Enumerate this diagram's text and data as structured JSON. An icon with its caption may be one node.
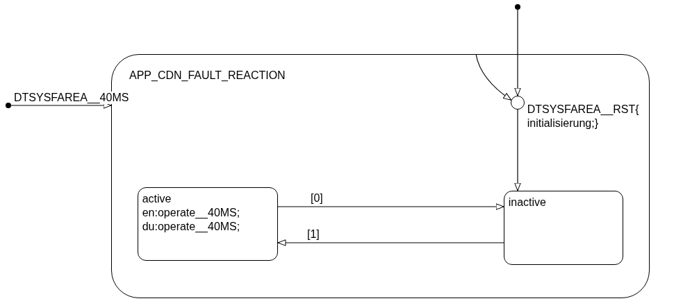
{
  "diagram": {
    "nodes": [
      {
        "text": [
          "APP_CDN_FAULT_REACTION"
        ]
      },
      {
        "text": [],
        "shape": "circle"
      },
      {
        "text": [],
        "shape": "circle"
      },
      {
        "text": [],
        "shape": "circle",
        "in": 0,
        "beside": [
          "DTSYSFAREA__RST{ initialisierung;}"
        ]
      },
      {
        "text": [
          "active",
          "en:operate__40MS; du:operate__40MS;"
        ],
        "in": 0
      },
      {
        "text": [
          "inactive"
        ],
        "in": 0
      }
    ],
    "edges": [
      {
        "from": 1,
        "to": 0,
        "arrow": "to",
        "label": "DTSYSFAREA__40MS"
      },
      {
        "from": 2,
        "to": 3,
        "arrow": "to"
      },
      {
        "from": 0,
        "to": 3,
        "arrow": "to"
      },
      {
        "from": 3,
        "to": 5,
        "arrow": "to"
      },
      {
        "from": 4,
        "to": 5,
        "arrow": "to",
        "label": "[0]"
      },
      {
        "from": 5,
        "to": 4,
        "arrow": "to",
        "label": "[1]"
      }
    ]
  }
}
